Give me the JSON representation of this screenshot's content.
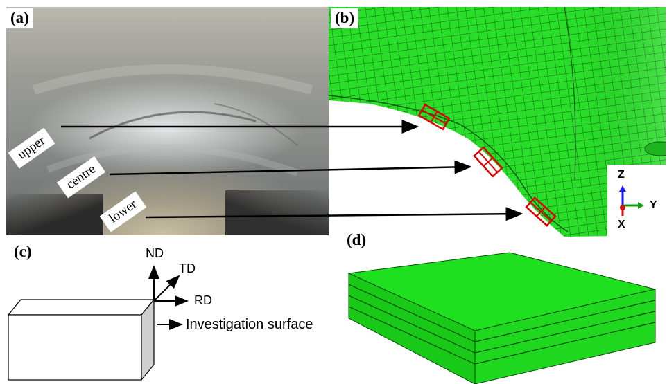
{
  "panels": {
    "a": {
      "label": "(a)"
    },
    "b": {
      "label": "(b)"
    },
    "c": {
      "label": "(c)"
    },
    "d": {
      "label": "(d)"
    }
  },
  "regions": {
    "upper": "upper",
    "centre": "centre",
    "lower": "lower"
  },
  "triad": {
    "z": "Z",
    "y": "Y",
    "x": "X"
  },
  "specimen": {
    "nd": "ND",
    "td": "TD",
    "rd": "RD",
    "surface": "Investigation surface"
  },
  "colors": {
    "mesh": "#22dd22",
    "mesh_line": "#0b4a0b",
    "highlight": "#e00000",
    "solid": "#1fe01f"
  }
}
